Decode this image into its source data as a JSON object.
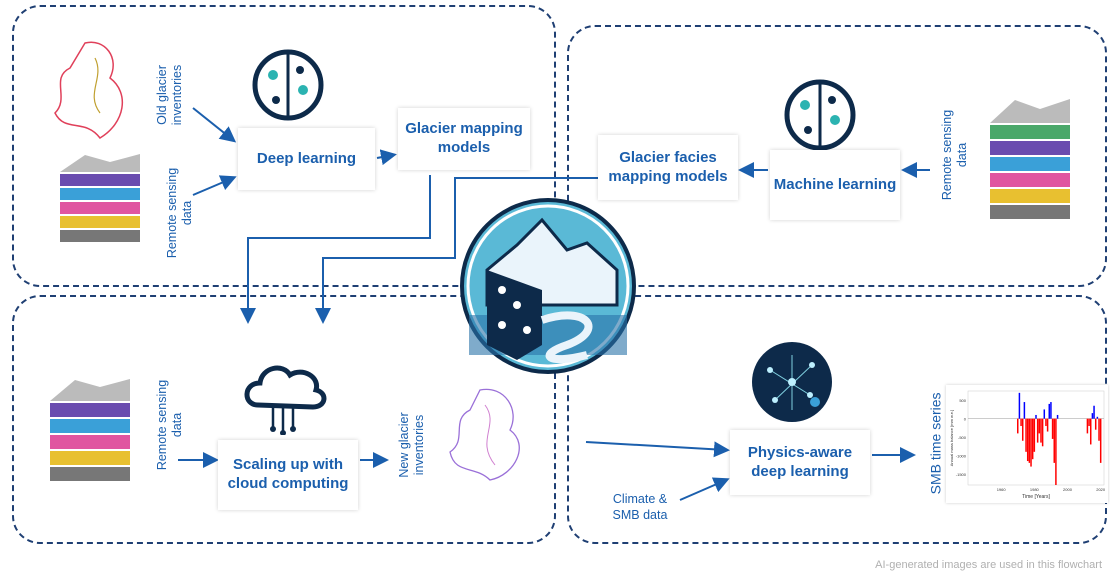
{
  "panels": {
    "top_left": {
      "inputs": [
        "Old glacier inventories",
        "Remote sensing data"
      ],
      "process": "Deep learning",
      "output": "Glacier mapping models"
    },
    "top_right": {
      "input": "Remote sensing data",
      "process": "Machine learning",
      "output": "Glacier facies mapping models"
    },
    "bottom_left": {
      "input": "Remote sensing data",
      "process": "Scaling up with cloud computing",
      "output": "New glacier inventories"
    },
    "bottom_right": {
      "input": "Climate & SMB data",
      "process": "Physics-aware deep learning",
      "output": "SMB time series"
    }
  },
  "footnote": "AI-generated images are used in this flowchart",
  "colors": {
    "accent": "#1b5fad",
    "border": "#1f3f73",
    "positive": "#0000ff",
    "negative": "#ff0000"
  },
  "chart_data": {
    "type": "bar",
    "title": "",
    "xlabel": "Time [Years]",
    "ylabel": "Annual mass balance [mm w.e.]",
    "x_ticks": [
      "1960",
      "1980",
      "2000",
      "2020"
    ],
    "y_ticks": [
      "500",
      "0",
      "-500",
      "-1000",
      "-1500"
    ],
    "ylim": [
      -1800,
      750
    ],
    "x": [
      1970,
      1971,
      1972,
      1973,
      1974,
      1975,
      1976,
      1977,
      1978,
      1979,
      1980,
      1981,
      1982,
      1983,
      1984,
      1985,
      1986,
      1987,
      1988,
      1989,
      1990,
      1991,
      1992,
      1993,
      1994,
      1995,
      1996,
      1997,
      2012,
      2013,
      2014,
      2015,
      2016,
      2017,
      2018,
      2019,
      2020
    ],
    "values": [
      -400,
      700,
      -200,
      -600,
      450,
      -900,
      -1150,
      -1200,
      -1300,
      -1100,
      -900,
      100,
      -650,
      -400,
      -650,
      -750,
      250,
      -200,
      -350,
      400,
      450,
      -550,
      -1200,
      -1800,
      100,
      0,
      0,
      0,
      -400,
      -200,
      -700,
      150,
      350,
      -300,
      50,
      -600,
      -1200
    ]
  }
}
